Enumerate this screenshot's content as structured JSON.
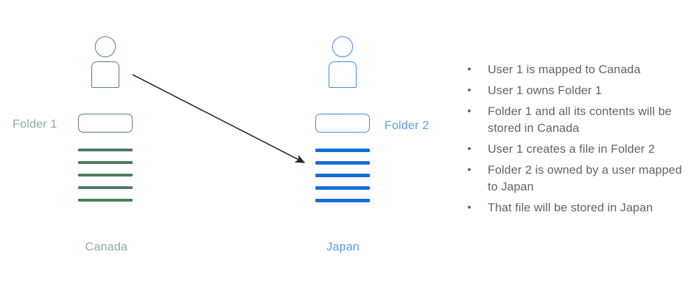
{
  "diagram": {
    "type": "data-residency-flow",
    "groups": [
      {
        "id": "canada",
        "region_label": "Canada",
        "folder_label": "Folder 1",
        "folder_label_side": "left",
        "accent_color": "#4f7d5e",
        "label_color": "#8fae9b",
        "line_color": "#4a7a5c",
        "user_icon": "person-icon",
        "folder_icon": "folder-box-icon",
        "file_line_count": 5
      },
      {
        "id": "japan",
        "region_label": "Japan",
        "folder_label": "Folder 2",
        "folder_label_side": "right",
        "accent_color": "#3a85e8",
        "label_color": "#5b9bea",
        "line_color": "#0f6fdc",
        "user_icon": "person-icon",
        "folder_icon": "folder-box-icon",
        "file_line_count": 5
      }
    ],
    "arrow": {
      "name": "flow-arrow",
      "color": "#2b2b2b",
      "from": "canada-user",
      "to": "japan-file-lines"
    }
  },
  "notes": {
    "bullet_glyph": "•",
    "items": [
      "User 1 is mapped to Canada",
      "User 1 owns Folder 1",
      "Folder 1 and all its contents will be stored in Canada",
      "User 1 creates a file in Folder 2",
      "Folder 2 is owned by a user mapped to Japan",
      "That file will be stored in Japan"
    ]
  }
}
